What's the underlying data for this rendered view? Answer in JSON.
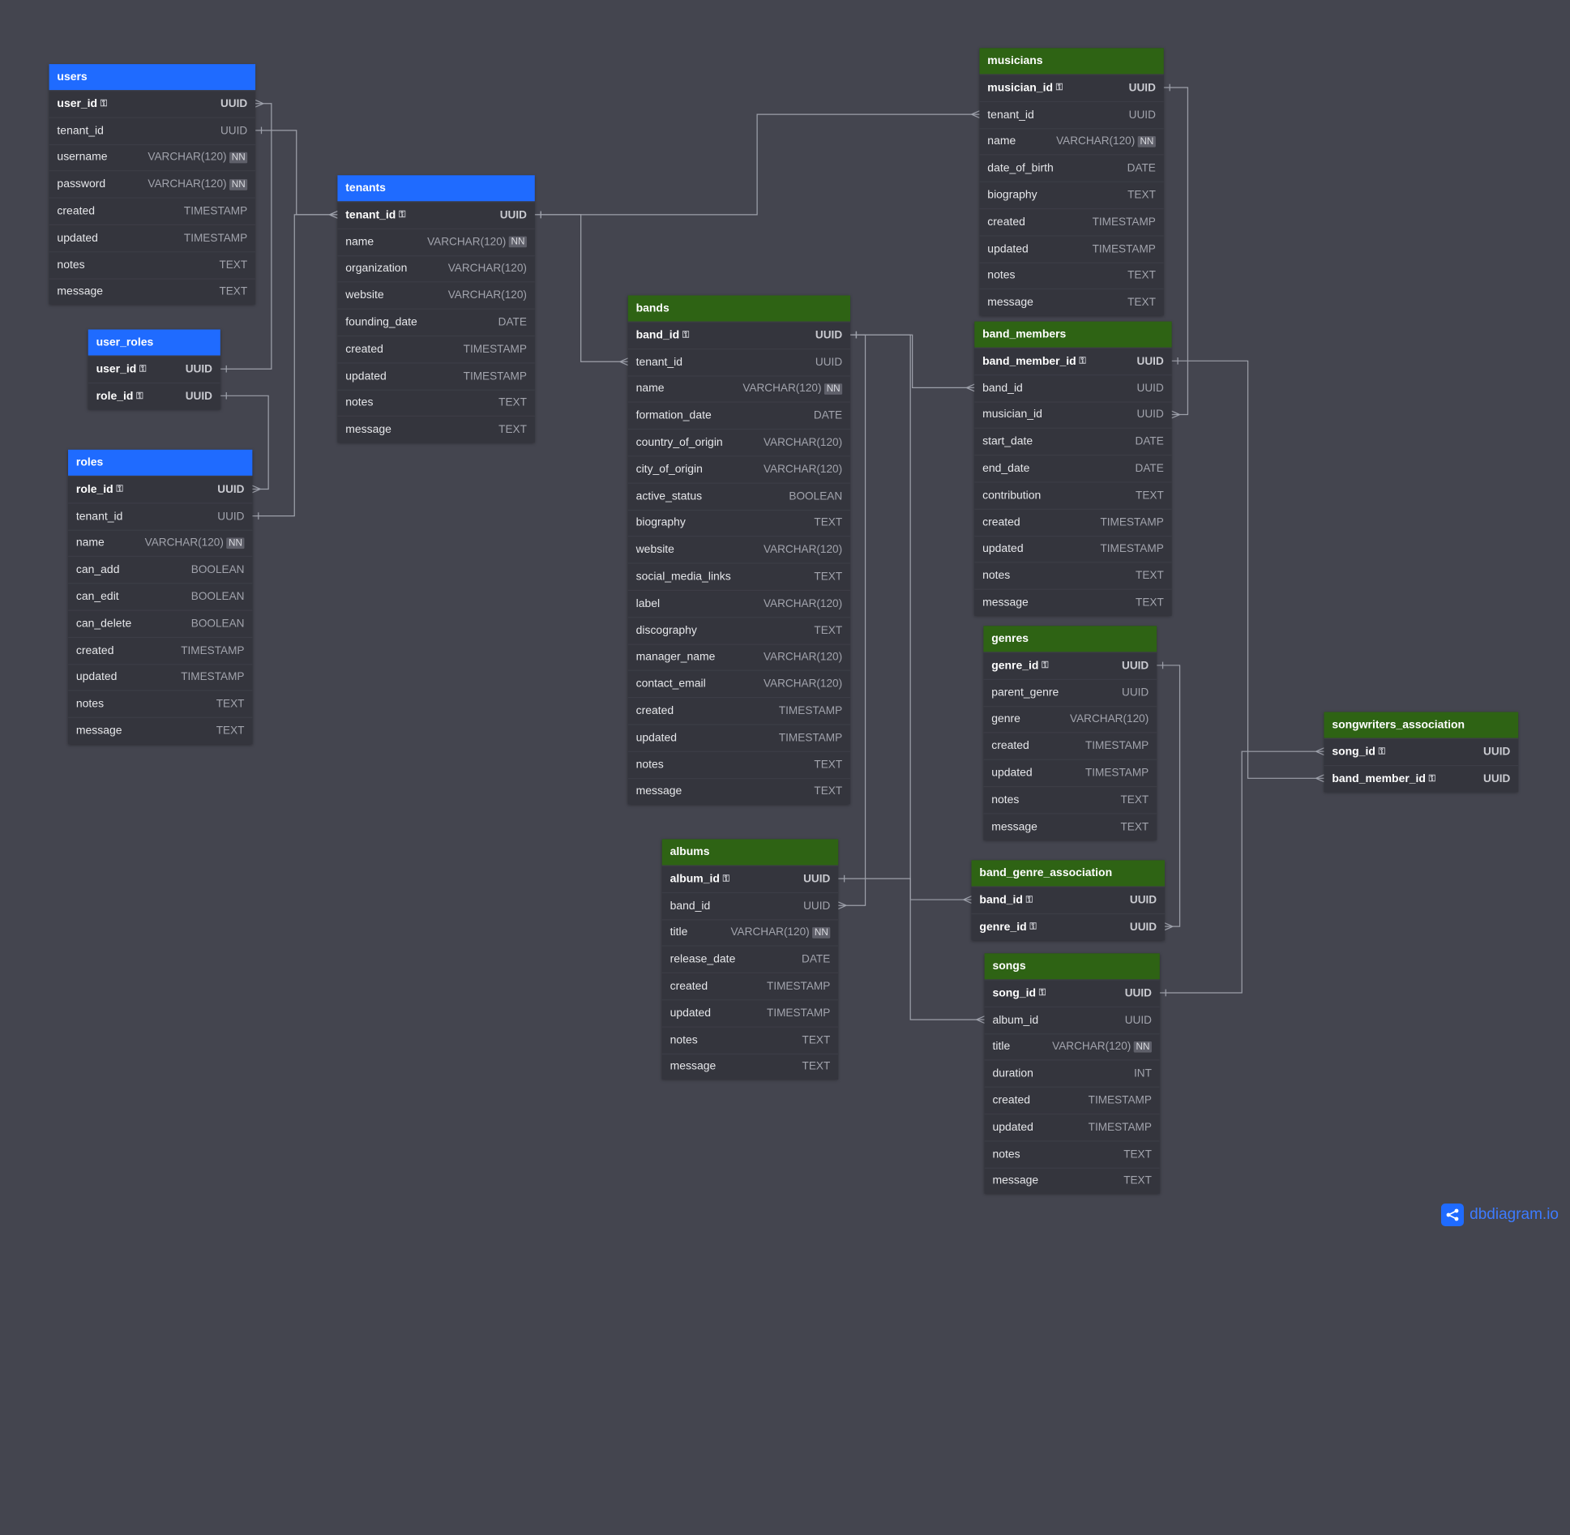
{
  "brand": {
    "name": "dbdiagram.io",
    "icon": "share-nodes-icon"
  },
  "colors": {
    "background": "#44454f",
    "header_blue": "#1f6bff",
    "header_green": "#2e6314",
    "table_body": "#34353d",
    "link_line": "#9da0aa"
  },
  "tables": [
    {
      "id": "users",
      "name": "users",
      "color": "blue",
      "fields": [
        {
          "name": "user_id",
          "type": "UUID",
          "pk": true
        },
        {
          "name": "tenant_id",
          "type": "UUID"
        },
        {
          "name": "username",
          "type": "VARCHAR(120)",
          "nn": "NN"
        },
        {
          "name": "password",
          "type": "VARCHAR(120)",
          "nn": "NN"
        },
        {
          "name": "created",
          "type": "TIMESTAMP"
        },
        {
          "name": "updated",
          "type": "TIMESTAMP"
        },
        {
          "name": "notes",
          "type": "TEXT"
        },
        {
          "name": "message",
          "type": "TEXT"
        }
      ]
    },
    {
      "id": "user_roles",
      "name": "user_roles",
      "color": "blue",
      "fields": [
        {
          "name": "user_id",
          "type": "UUID",
          "pk": true
        },
        {
          "name": "role_id",
          "type": "UUID",
          "pk": true
        }
      ]
    },
    {
      "id": "roles",
      "name": "roles",
      "color": "blue",
      "fields": [
        {
          "name": "role_id",
          "type": "UUID",
          "pk": true
        },
        {
          "name": "tenant_id",
          "type": "UUID"
        },
        {
          "name": "name",
          "type": "VARCHAR(120)",
          "nn": "NN"
        },
        {
          "name": "can_add",
          "type": "BOOLEAN"
        },
        {
          "name": "can_edit",
          "type": "BOOLEAN"
        },
        {
          "name": "can_delete",
          "type": "BOOLEAN"
        },
        {
          "name": "created",
          "type": "TIMESTAMP"
        },
        {
          "name": "updated",
          "type": "TIMESTAMP"
        },
        {
          "name": "notes",
          "type": "TEXT"
        },
        {
          "name": "message",
          "type": "TEXT"
        }
      ]
    },
    {
      "id": "tenants",
      "name": "tenants",
      "color": "blue",
      "fields": [
        {
          "name": "tenant_id",
          "type": "UUID",
          "pk": true
        },
        {
          "name": "name",
          "type": "VARCHAR(120)",
          "nn": "NN"
        },
        {
          "name": "organization",
          "type": "VARCHAR(120)"
        },
        {
          "name": "website",
          "type": "VARCHAR(120)"
        },
        {
          "name": "founding_date",
          "type": "DATE"
        },
        {
          "name": "created",
          "type": "TIMESTAMP"
        },
        {
          "name": "updated",
          "type": "TIMESTAMP"
        },
        {
          "name": "notes",
          "type": "TEXT"
        },
        {
          "name": "message",
          "type": "TEXT"
        }
      ]
    },
    {
      "id": "bands",
      "name": "bands",
      "color": "green",
      "fields": [
        {
          "name": "band_id",
          "type": "UUID",
          "pk": true
        },
        {
          "name": "tenant_id",
          "type": "UUID"
        },
        {
          "name": "name",
          "type": "VARCHAR(120)",
          "nn": "NN"
        },
        {
          "name": "formation_date",
          "type": "DATE"
        },
        {
          "name": "country_of_origin",
          "type": "VARCHAR(120)"
        },
        {
          "name": "city_of_origin",
          "type": "VARCHAR(120)"
        },
        {
          "name": "active_status",
          "type": "BOOLEAN"
        },
        {
          "name": "biography",
          "type": "TEXT"
        },
        {
          "name": "website",
          "type": "VARCHAR(120)"
        },
        {
          "name": "social_media_links",
          "type": "TEXT"
        },
        {
          "name": "label",
          "type": "VARCHAR(120)"
        },
        {
          "name": "discography",
          "type": "TEXT"
        },
        {
          "name": "manager_name",
          "type": "VARCHAR(120)"
        },
        {
          "name": "contact_email",
          "type": "VARCHAR(120)"
        },
        {
          "name": "created",
          "type": "TIMESTAMP"
        },
        {
          "name": "updated",
          "type": "TIMESTAMP"
        },
        {
          "name": "notes",
          "type": "TEXT"
        },
        {
          "name": "message",
          "type": "TEXT"
        }
      ]
    },
    {
      "id": "albums",
      "name": "albums",
      "color": "green",
      "fields": [
        {
          "name": "album_id",
          "type": "UUID",
          "pk": true
        },
        {
          "name": "band_id",
          "type": "UUID"
        },
        {
          "name": "title",
          "type": "VARCHAR(120)",
          "nn": "NN"
        },
        {
          "name": "release_date",
          "type": "DATE"
        },
        {
          "name": "created",
          "type": "TIMESTAMP"
        },
        {
          "name": "updated",
          "type": "TIMESTAMP"
        },
        {
          "name": "notes",
          "type": "TEXT"
        },
        {
          "name": "message",
          "type": "TEXT"
        }
      ]
    },
    {
      "id": "musicians",
      "name": "musicians",
      "color": "green",
      "fields": [
        {
          "name": "musician_id",
          "type": "UUID",
          "pk": true
        },
        {
          "name": "tenant_id",
          "type": "UUID"
        },
        {
          "name": "name",
          "type": "VARCHAR(120)",
          "nn": "NN"
        },
        {
          "name": "date_of_birth",
          "type": "DATE"
        },
        {
          "name": "biography",
          "type": "TEXT"
        },
        {
          "name": "created",
          "type": "TIMESTAMP"
        },
        {
          "name": "updated",
          "type": "TIMESTAMP"
        },
        {
          "name": "notes",
          "type": "TEXT"
        },
        {
          "name": "message",
          "type": "TEXT"
        }
      ]
    },
    {
      "id": "band_members",
      "name": "band_members",
      "color": "green",
      "fields": [
        {
          "name": "band_member_id",
          "type": "UUID",
          "pk": true
        },
        {
          "name": "band_id",
          "type": "UUID"
        },
        {
          "name": "musician_id",
          "type": "UUID"
        },
        {
          "name": "start_date",
          "type": "DATE"
        },
        {
          "name": "end_date",
          "type": "DATE"
        },
        {
          "name": "contribution",
          "type": "TEXT"
        },
        {
          "name": "created",
          "type": "TIMESTAMP"
        },
        {
          "name": "updated",
          "type": "TIMESTAMP"
        },
        {
          "name": "notes",
          "type": "TEXT"
        },
        {
          "name": "message",
          "type": "TEXT"
        }
      ]
    },
    {
      "id": "genres",
      "name": "genres",
      "color": "green",
      "fields": [
        {
          "name": "genre_id",
          "type": "UUID",
          "pk": true
        },
        {
          "name": "parent_genre",
          "type": "UUID"
        },
        {
          "name": "genre",
          "type": "VARCHAR(120)"
        },
        {
          "name": "created",
          "type": "TIMESTAMP"
        },
        {
          "name": "updated",
          "type": "TIMESTAMP"
        },
        {
          "name": "notes",
          "type": "TEXT"
        },
        {
          "name": "message",
          "type": "TEXT"
        }
      ]
    },
    {
      "id": "band_genre_association",
      "name": "band_genre_association",
      "color": "green",
      "fields": [
        {
          "name": "band_id",
          "type": "UUID",
          "pk": true
        },
        {
          "name": "genre_id",
          "type": "UUID",
          "pk": true
        }
      ]
    },
    {
      "id": "songs",
      "name": "songs",
      "color": "green",
      "fields": [
        {
          "name": "song_id",
          "type": "UUID",
          "pk": true
        },
        {
          "name": "album_id",
          "type": "UUID"
        },
        {
          "name": "title",
          "type": "VARCHAR(120)",
          "nn": "NN"
        },
        {
          "name": "duration",
          "type": "INT"
        },
        {
          "name": "created",
          "type": "TIMESTAMP"
        },
        {
          "name": "updated",
          "type": "TIMESTAMP"
        },
        {
          "name": "notes",
          "type": "TEXT"
        },
        {
          "name": "message",
          "type": "TEXT"
        }
      ]
    },
    {
      "id": "songwriters_association",
      "name": "songwriters_association",
      "color": "green",
      "fields": [
        {
          "name": "song_id",
          "type": "UUID",
          "pk": true
        },
        {
          "name": "band_member_id",
          "type": "UUID",
          "pk": true
        }
      ]
    }
  ],
  "relationships": [
    {
      "from": "users.tenant_id",
      "to": "tenants.tenant_id"
    },
    {
      "from": "roles.tenant_id",
      "to": "tenants.tenant_id"
    },
    {
      "from": "user_roles.user_id",
      "to": "users.user_id"
    },
    {
      "from": "user_roles.role_id",
      "to": "roles.role_id"
    },
    {
      "from": "bands.tenant_id",
      "to": "tenants.tenant_id"
    },
    {
      "from": "musicians.tenant_id",
      "to": "tenants.tenant_id"
    },
    {
      "from": "band_members.band_id",
      "to": "bands.band_id"
    },
    {
      "from": "band_members.musician_id",
      "to": "musicians.musician_id"
    },
    {
      "from": "albums.band_id",
      "to": "bands.band_id"
    },
    {
      "from": "band_genre_association.band_id",
      "to": "bands.band_id"
    },
    {
      "from": "band_genre_association.genre_id",
      "to": "genres.genre_id"
    },
    {
      "from": "songs.album_id",
      "to": "albums.album_id"
    },
    {
      "from": "songwriters_association.song_id",
      "to": "songs.song_id"
    },
    {
      "from": "songwriters_association.band_member_id",
      "to": "band_members.band_member_id"
    }
  ]
}
